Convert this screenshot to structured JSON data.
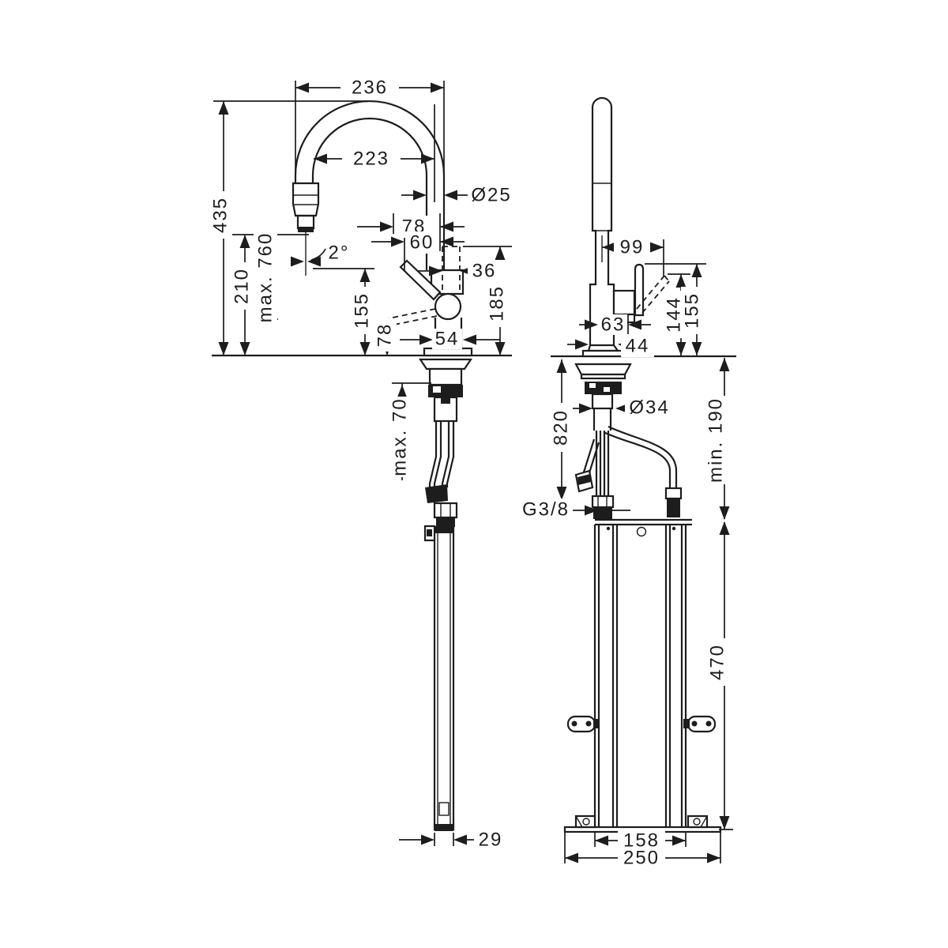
{
  "colors": {
    "ink": "#1d1d1d",
    "bg": "#ffffff"
  },
  "drawing": {
    "type": "technical-dimension-drawing",
    "views": {
      "front": "kitchen mixer with pull-out spray, front view",
      "side": "kitchen mixer side view with under-counter installation box"
    }
  },
  "dims": {
    "front": {
      "reach_top": "236",
      "reach_spout": "223",
      "height_overall": "435",
      "height_spout": "210",
      "hose_pullout": "max. 760",
      "spout_angle": "2°",
      "spout_diameter": "Ø25",
      "handle_tip_offset": "78",
      "handle_offset": "60",
      "cartridge_width": "36",
      "body_height": "185",
      "handle_tip_height": "155",
      "handle_clearance": "78",
      "base_diameter": "54",
      "counter_thickness": "max. 70",
      "guide_width": "29"
    },
    "side": {
      "handle_reach": "99",
      "handle_swivel_height": "144",
      "handle_height": "155",
      "handle_depth": "63",
      "base_depth": "44",
      "hose_drop": "820",
      "shank_diameter": "Ø34",
      "clearance_below": "min. 190",
      "thread": "G3/8",
      "box_height": "470",
      "box_width": "158",
      "base_plate_width": "250"
    }
  }
}
